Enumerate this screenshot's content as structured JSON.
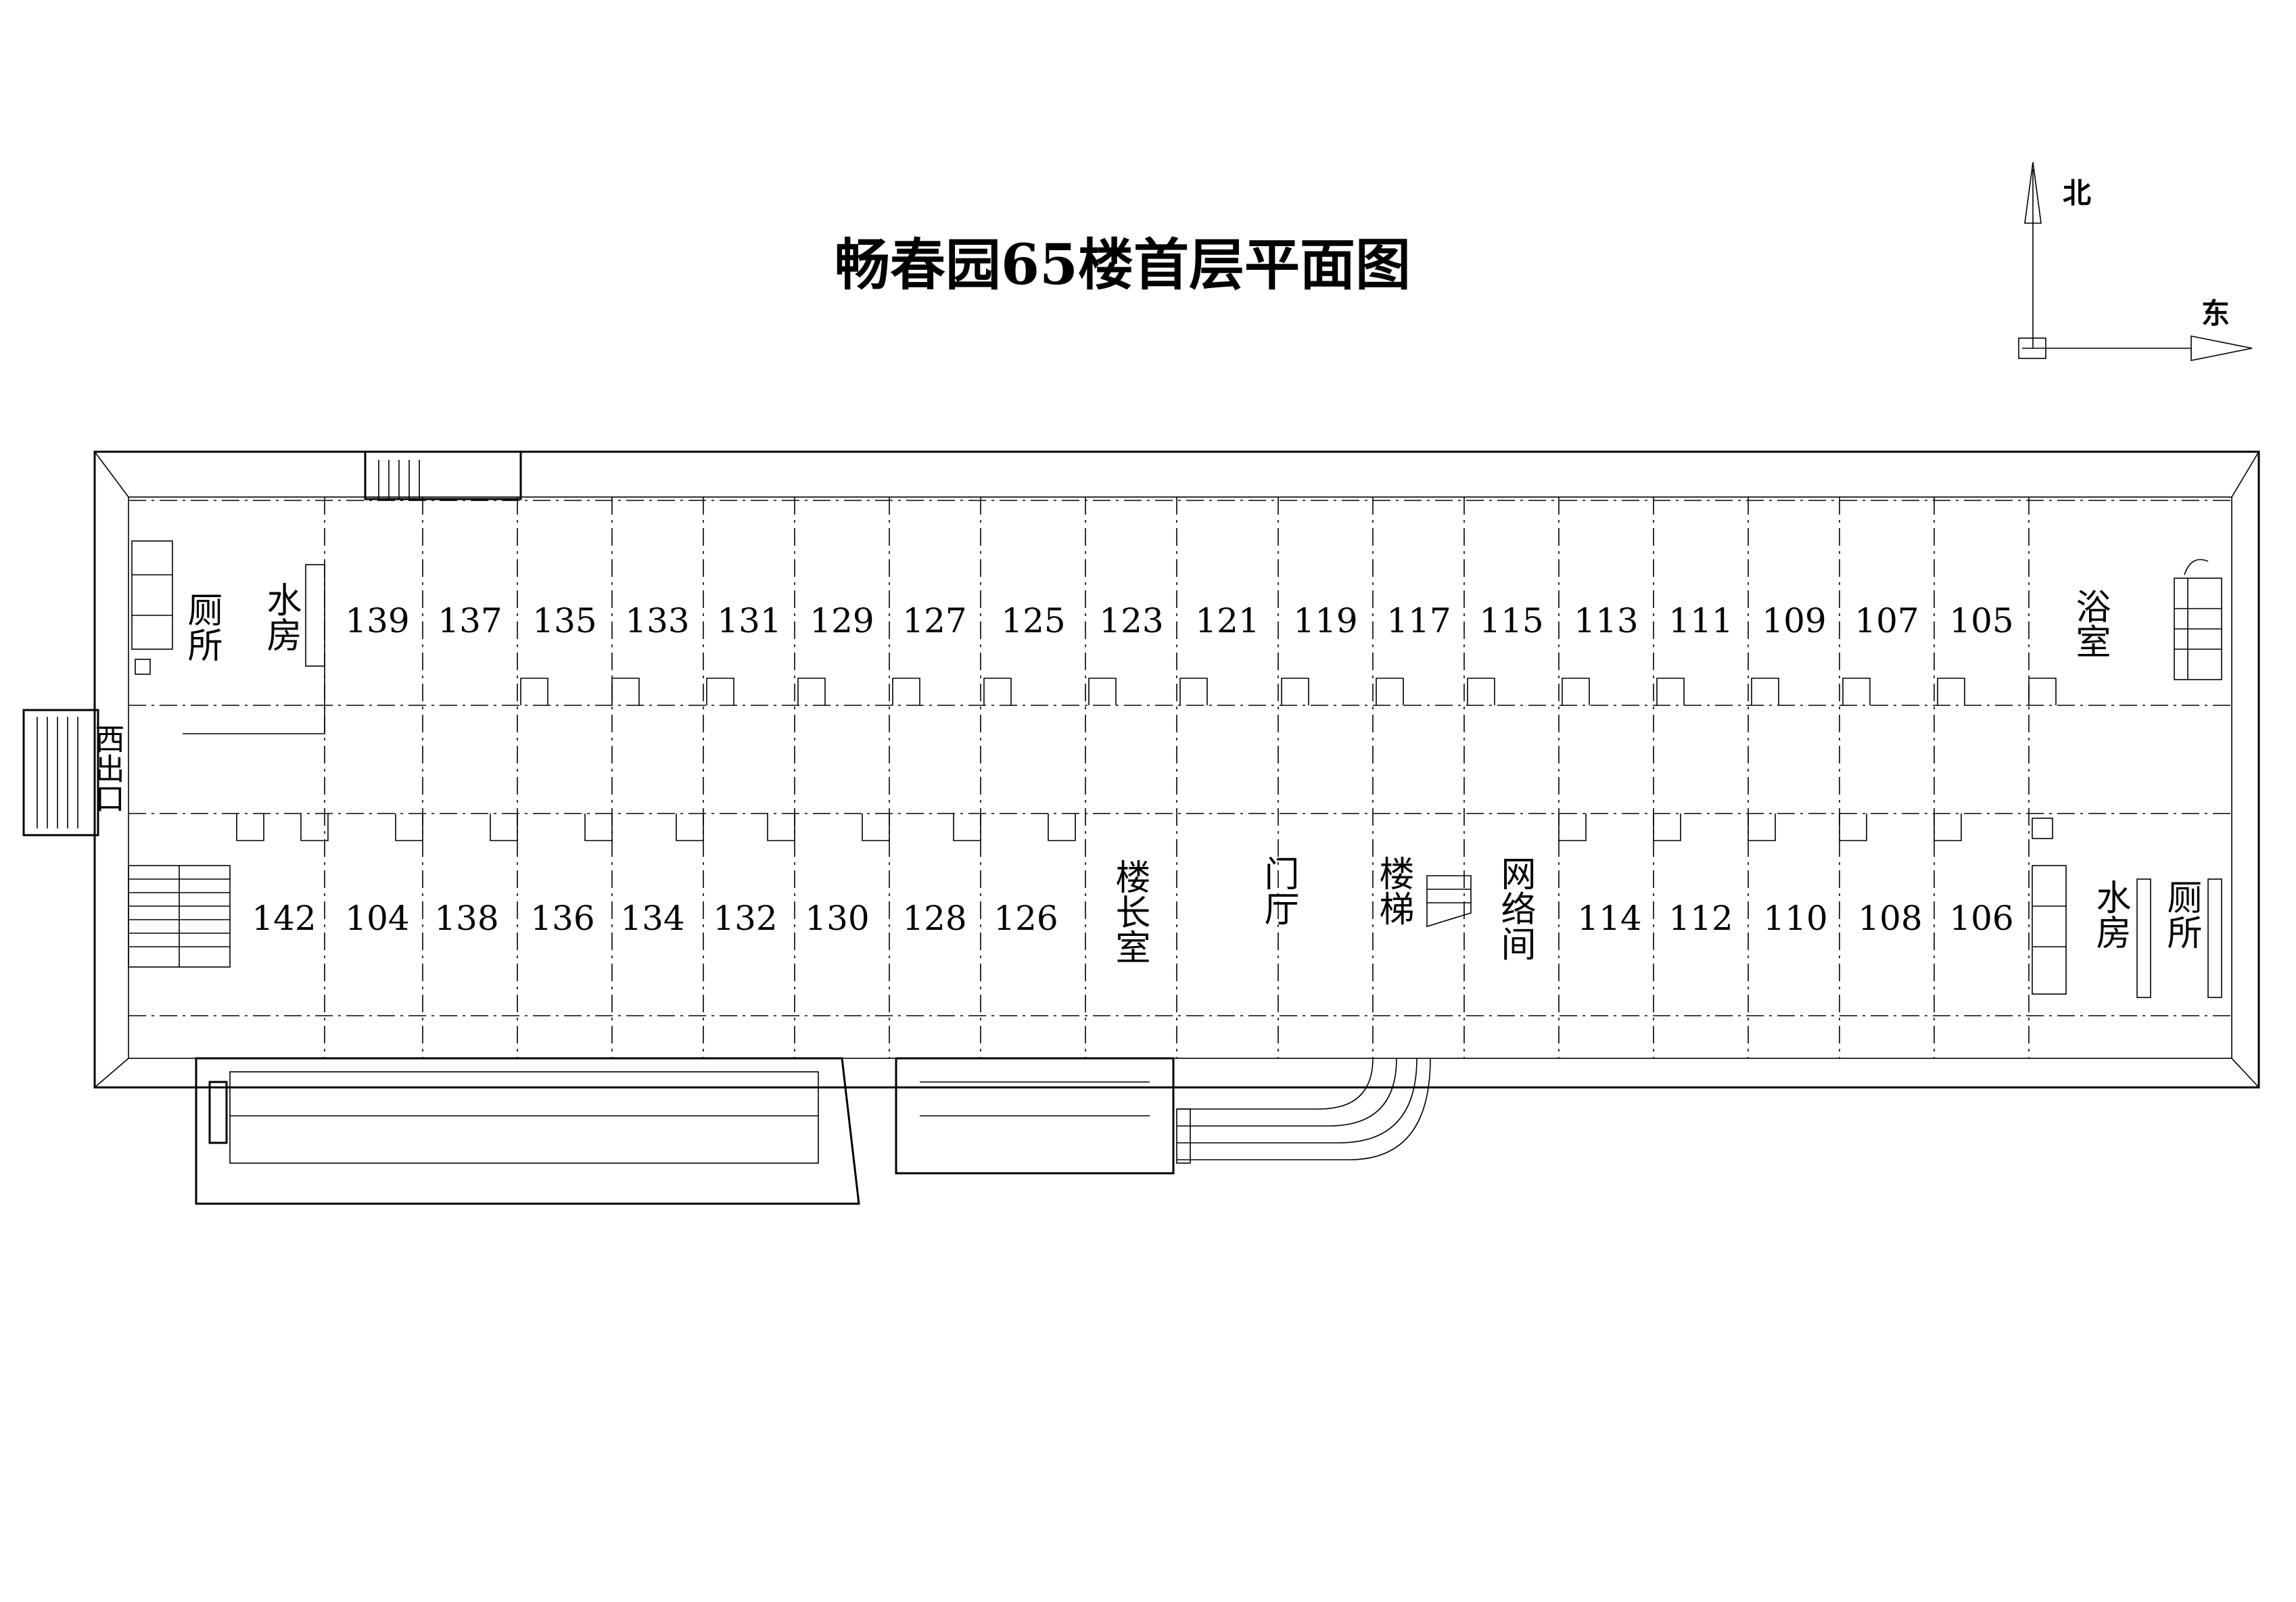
{
  "title": "畅春园65楼首层平面图",
  "compass": {
    "north": "北",
    "east": "东"
  },
  "north_rooms": [
    "139",
    "137",
    "135",
    "133",
    "131",
    "129",
    "127",
    "125",
    "123",
    "121",
    "119",
    "117",
    "115",
    "113",
    "111",
    "109",
    "107",
    "105"
  ],
  "south_rooms_west": [
    "142",
    "104",
    "138",
    "136",
    "134",
    "132",
    "130",
    "128",
    "126"
  ],
  "south_rooms_east": [
    "114",
    "112",
    "110",
    "108",
    "106"
  ],
  "labels": {
    "west_toilet": "厕所",
    "west_water_room": "水房",
    "west_exit": "西出口",
    "bathroom": "浴室",
    "manager_room": "楼长室",
    "lobby": "门厅",
    "stairs": "楼梯",
    "network_room": "网络间",
    "east_water_room": "水房",
    "east_toilet": "厕所"
  }
}
